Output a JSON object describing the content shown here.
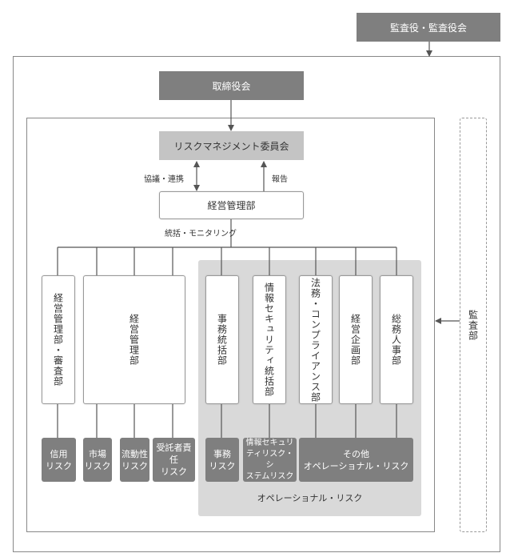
{
  "top_box": "監査役・監査役会",
  "board": "取締役会",
  "committee": "リスクマネジメント委員会",
  "label_consult": "協議・連携",
  "label_report": "報告",
  "management_dept": "経営管理部",
  "label_oversight": "統括・モニタリング",
  "audit_dept": "監査部",
  "departments": [
    {
      "name": "経営管理部・審査部"
    },
    {
      "name": "経営管理部"
    },
    {
      "name": "事務統括部"
    },
    {
      "name": "情報セキュリティ統括部"
    },
    {
      "name": "法務・コンプライアンス部"
    },
    {
      "name": "経営企画部"
    },
    {
      "name": "総務人事部"
    }
  ],
  "risks": [
    {
      "name": "信用\nリスク"
    },
    {
      "name": "市場\nリスク"
    },
    {
      "name": "流動性\nリスク"
    },
    {
      "name": "受託者責任\nリスク"
    },
    {
      "name": "事務\nリスク"
    },
    {
      "name": "情報セキュリ\nティリスク・シ\nステムリスク"
    },
    {
      "name": "その他\nオペレーショナル・リスク"
    }
  ],
  "operational_label": "オペレーショナル・リスク"
}
